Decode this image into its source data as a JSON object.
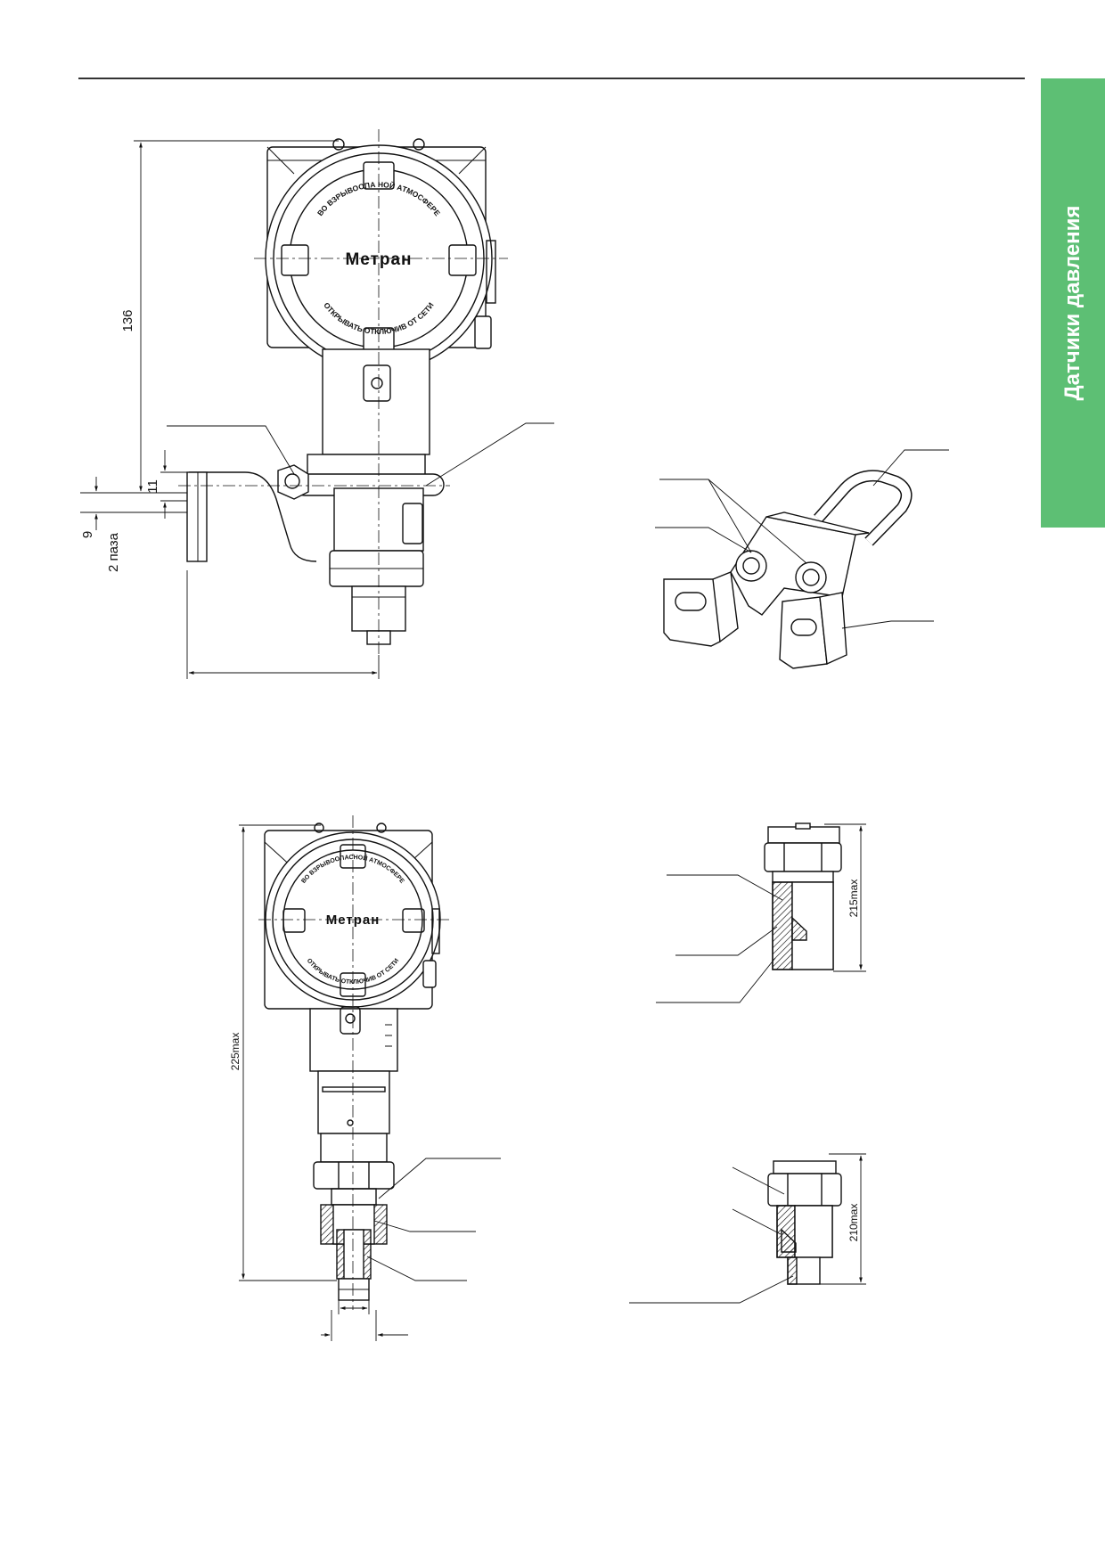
{
  "sidebar": {
    "label": "Датчики давления",
    "color": "#5dbf74"
  },
  "top_view": {
    "logo": "Метран",
    "ring_top": "ВО ВЗРЫВООПА НОЙ АТМОСФЕРЕ",
    "ring_bottom": "ОТКРЫВАТЬ ОТКЛЮЧИВ ОТ СЕТИ",
    "dim_height": "136",
    "dim_slot_height": "11",
    "dim_slot_label_a": "9",
    "dim_slot_label_b": "2 паза"
  },
  "bottom_view": {
    "logo": "Метран",
    "ring_top": "ВО ВЗРЫВООПАСНОЙ АТМОСФЕРЕ",
    "ring_bottom": "ОТКРЫВАТЬ ОТКЛЮЧИВ ОТ СЕТИ",
    "dim_height": "225max"
  },
  "fitting_upper": {
    "dim_height": "215max"
  },
  "fitting_lower": {
    "dim_height": "210max"
  }
}
